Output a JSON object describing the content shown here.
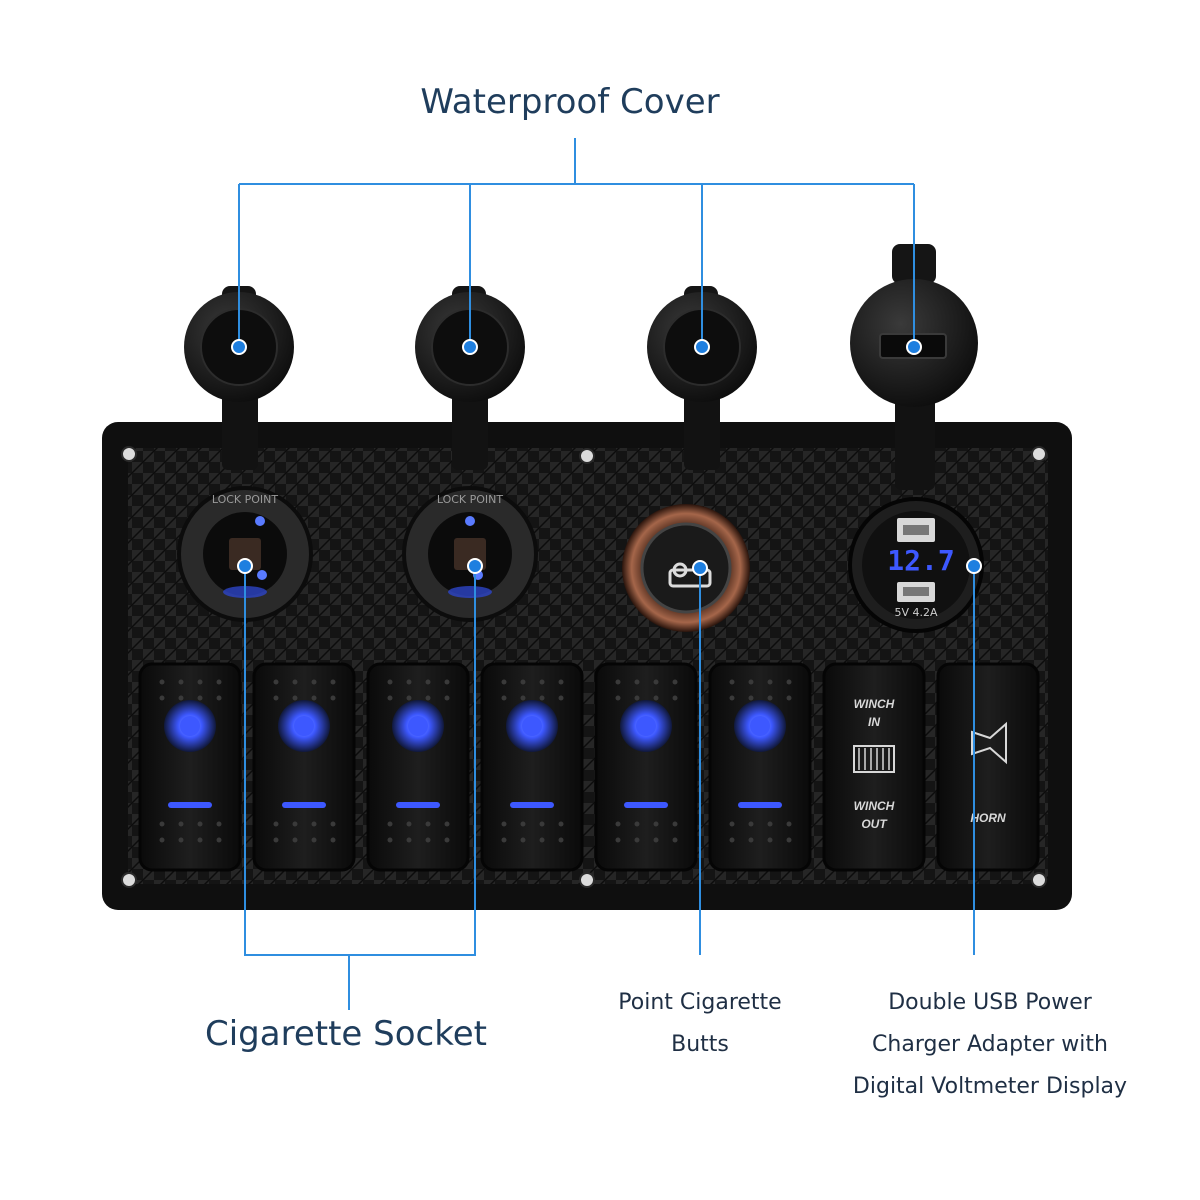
{
  "labels": {
    "waterproof_cover": "Waterproof Cover",
    "cigarette_socket": "Cigarette Socket",
    "point_cigarette": [
      "Point Cigarette",
      "Butts"
    ],
    "usb_charger": [
      "Double USB Power",
      "Charger Adapter with",
      "Digital Voltmeter Display"
    ]
  },
  "panel": {
    "socket_ring_text": "LOCK POINT",
    "voltmeter_reading": "12.7",
    "usb_rating": "5V 4.2A",
    "switches": [
      {
        "type": "light"
      },
      {
        "type": "light"
      },
      {
        "type": "light"
      },
      {
        "type": "light"
      },
      {
        "type": "light"
      },
      {
        "type": "light"
      },
      {
        "type": "winch",
        "top_text": [
          "WINCH",
          "IN"
        ],
        "bottom_text": [
          "WINCH",
          "OUT"
        ]
      },
      {
        "type": "horn",
        "text": "HORN"
      }
    ]
  },
  "colors": {
    "callout_line": "#2f8ee0",
    "callout_dot": "#1e7fe0",
    "switch_led": "#3d58ff",
    "text": "#1f3d5c"
  }
}
